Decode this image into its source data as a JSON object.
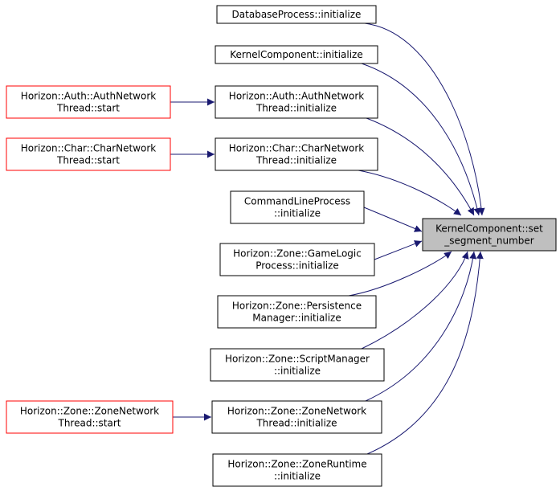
{
  "colors": {
    "edge": "#191970",
    "node_border": "#000000",
    "node_border_truncated": "#ff0000",
    "node_fill": "#ffffff",
    "target_fill": "#bfbfbf"
  },
  "target": {
    "lines": [
      "KernelComponent::set",
      "_segment_number"
    ]
  },
  "callers": [
    {
      "lines": [
        "DatabaseProcess::initialize"
      ]
    },
    {
      "lines": [
        "KernelComponent::initialize"
      ]
    },
    {
      "lines": [
        "Horizon::Auth::AuthNetwork",
        "Thread::initialize"
      ]
    },
    {
      "lines": [
        "Horizon::Char::CharNetwork",
        "Thread::initialize"
      ]
    },
    {
      "lines": [
        "CommandLineProcess",
        "::initialize"
      ]
    },
    {
      "lines": [
        "Horizon::Zone::GameLogic",
        "Process::initialize"
      ]
    },
    {
      "lines": [
        "Horizon::Zone::Persistence",
        "Manager::initialize"
      ]
    },
    {
      "lines": [
        "Horizon::Zone::ScriptManager",
        "::initialize"
      ]
    },
    {
      "lines": [
        "Horizon::Zone::ZoneNetwork",
        "Thread::initialize"
      ]
    },
    {
      "lines": [
        "Horizon::Zone::ZoneRuntime",
        "::initialize"
      ]
    }
  ],
  "second_level": [
    {
      "lines": [
        "Horizon::Auth::AuthNetwork",
        "Thread::start"
      ]
    },
    {
      "lines": [
        "Horizon::Char::CharNetwork",
        "Thread::start"
      ]
    },
    {
      "lines": [
        "Horizon::Zone::ZoneNetwork",
        "Thread::start"
      ]
    }
  ]
}
